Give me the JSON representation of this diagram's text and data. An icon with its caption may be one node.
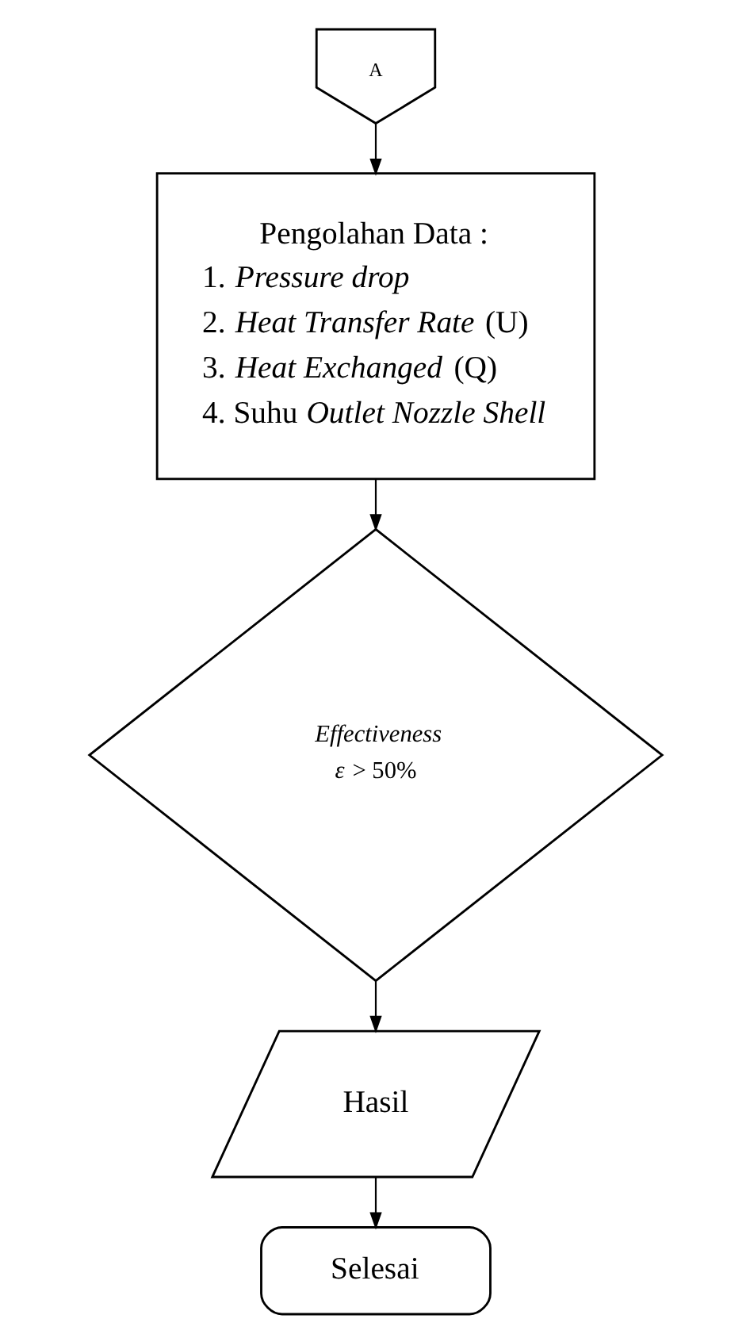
{
  "diagram": {
    "nodes": [
      {
        "text": [
          "A"
        ]
      },
      {
        "text": [
          "Pengolahan Data :",
          "1. *Pressure drop*",
          "2. *Heat Transfer Rate* (U)",
          "3. *Heat Exchanged* (Q)",
          "4. Suhu *Outlet Nozzle Shell*"
        ]
      },
      {
        "text": [
          "Effectiveness",
          "*ε* > 50%"
        ]
      },
      {
        "text": [
          "Hasil"
        ]
      },
      {
        "text": [
          "Selesai"
        ]
      }
    ],
    "edges": [
      {
        "from": 0,
        "to": 1,
        "arrow": "to"
      },
      {
        "from": 1,
        "to": 2,
        "arrow": "to"
      },
      {
        "from": 2,
        "to": 3,
        "arrow": "to"
      },
      {
        "from": 3,
        "to": 4,
        "arrow": "to"
      }
    ]
  }
}
